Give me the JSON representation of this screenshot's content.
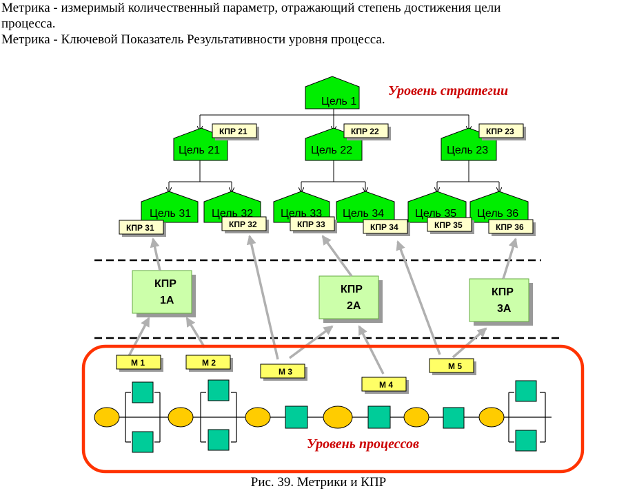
{
  "intro": {
    "line1": "Метрика - измеримый количественный параметр, отражающий степень достижения цели",
    "line2": "процесса.",
    "line3": "Метрика - Ключевой Показатель Результативности уровня процесса."
  },
  "levels": {
    "strategy": "Уровень стратегии",
    "processes": "Уровень процессов"
  },
  "goals": {
    "g1": "Цель 1",
    "g21": "Цель 21",
    "g22": "Цель 22",
    "g23": "Цель 23",
    "g31": "Цель 31",
    "g32": "Цель 32",
    "g33": "Цель 33",
    "g34": "Цель 34",
    "g35": "Цель 35",
    "g36": "Цель 36"
  },
  "kpi_tags": {
    "k21": "КПР 21",
    "k22": "КПР 22",
    "k23": "КПР 23",
    "k31": "КПР 31",
    "k32": "КПР 32",
    "k33": "КПР 33",
    "k34": "КПР 34",
    "k35": "КПР 35",
    "k36": "КПР 36"
  },
  "kpi_boxes": {
    "b1": {
      "line1": "КПР",
      "line2": "1А"
    },
    "b2": {
      "line1": "КПР",
      "line2": "2А"
    },
    "b3": {
      "line1": "КПР",
      "line2": "3А"
    }
  },
  "metrics": {
    "m1": "М 1",
    "m2": "М 2",
    "m3": "М 3",
    "m4": "М 4",
    "m5": "М 5"
  },
  "caption": "Рис. 39. Метрики и КПР",
  "colors": {
    "goal_fill": "#00ee00",
    "tag_fill": "#ffffcc",
    "kpi_box_fill": "#ccffaa",
    "metric_fill": "#ffff66",
    "process_ellipse": "#ffcc00",
    "process_square": "#00cc99",
    "frame": "#ff3300",
    "arrow": "#b0b0b0",
    "level_text": "#cc0000"
  }
}
